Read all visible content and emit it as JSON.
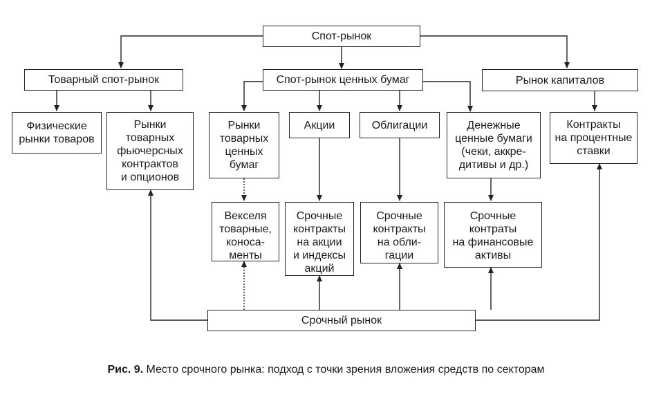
{
  "boxes": {
    "spot_market": "Спот-рынок",
    "commodity_spot": "Товарный спот-рынок",
    "securities_spot": "Спот-рынок ценных бумаг",
    "capital_market": "Рынок капиталов",
    "physical_markets": "Физические\nрынки товаров",
    "commodity_futures": "Рынки\nтоварных\nфьючерсных\nконтрактов\nи опционов",
    "commodity_securities": "Рынки\nтоварных\nценных\nбумаг",
    "stocks": "Акции",
    "bonds": "Облигации",
    "money_securities": "Денежные\nценные бумаги\n(чеки, аккре-\nдитивы и др.)",
    "interest_contracts": "Контракты\nна процентные\nставки",
    "bills": "Векселя\nтоварные,\nконоса-\nменты",
    "stock_forwards": "Срочные\nконтракты\nна акции\nи индексы\nакций",
    "bond_forwards": "Срочные\nконтракты\nна обли-\nгации",
    "financial_forwards": "Срочные\nконтраты\nна финансовые\nактивы",
    "forward_market": "Срочный рынок"
  },
  "caption": {
    "label": "Рис. 9.",
    "text": " Место срочного рынка: подход с точки зрения вложения средств по секторам"
  },
  "colors": {
    "line": "#222222",
    "background": "#ffffff"
  }
}
